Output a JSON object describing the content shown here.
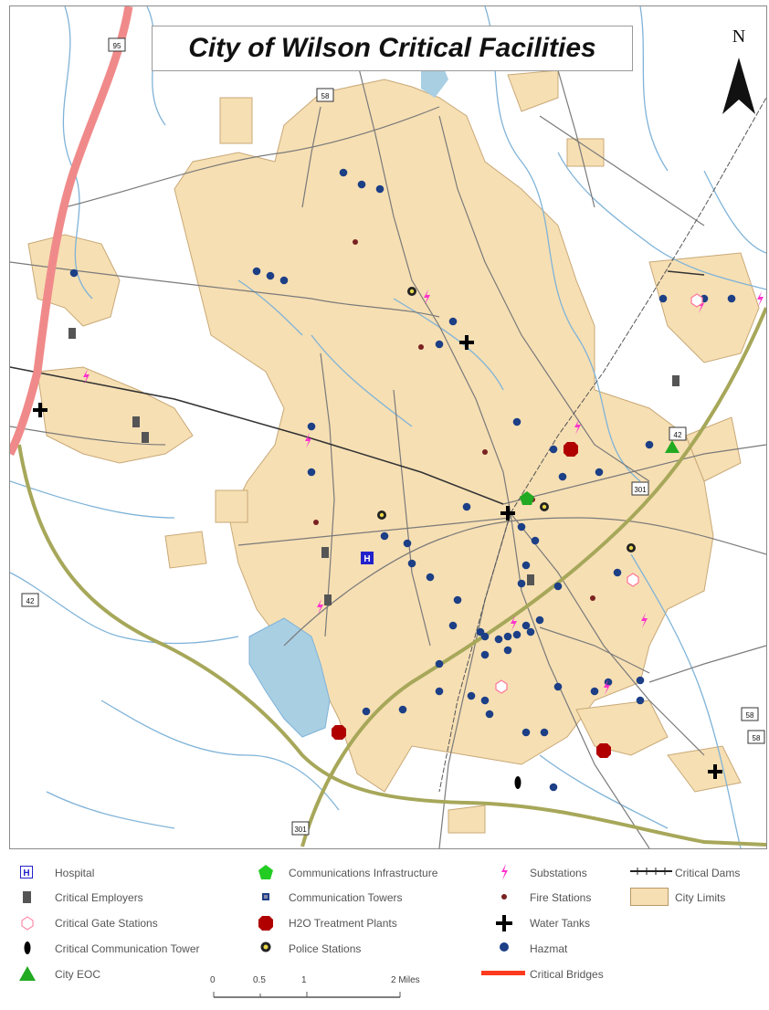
{
  "title": "City of Wilson Critical Facilities",
  "north_label": "N",
  "route_shields": [
    "95",
    "58",
    "42",
    "301",
    "42",
    "58",
    "58",
    "301"
  ],
  "legend": {
    "hospital": "Hospital",
    "critical_employers": "Critical Employers",
    "critical_gate_stations": "Critical Gate Stations",
    "critical_communication_tower": "Critical Communication Tower",
    "city_eoc": "City EOC",
    "communications_infrastructure": "Communications Infrastructure",
    "communication_towers": "Communication Towers",
    "h2o_treatment_plants": "H2O Treatment Plants",
    "police_stations": "Police Stations",
    "substations": "Substations",
    "fire_stations": "Fire Stations",
    "water_tanks": "Water Tanks",
    "hazmat": "Hazmat",
    "critical_bridges": "Critical Bridges",
    "critical_dams": "Critical Dams",
    "city_limits": "City Limits"
  },
  "scale": {
    "labels": [
      "0",
      "0.5",
      "1",
      "2 Miles"
    ]
  },
  "colors": {
    "city_limits_fill": "#f6dfb3",
    "water": "#a9cfe3",
    "stream": "#7fb3d8",
    "road": "#7a7a7a",
    "interstate": "#f08a8a",
    "rail": "#9a9a3a",
    "hazmat": "#1c3f86",
    "substation": "#ff33cc",
    "h2o_plant": "#b00000",
    "hospital": "#2222cc",
    "city_eoc": "#22aa22"
  }
}
